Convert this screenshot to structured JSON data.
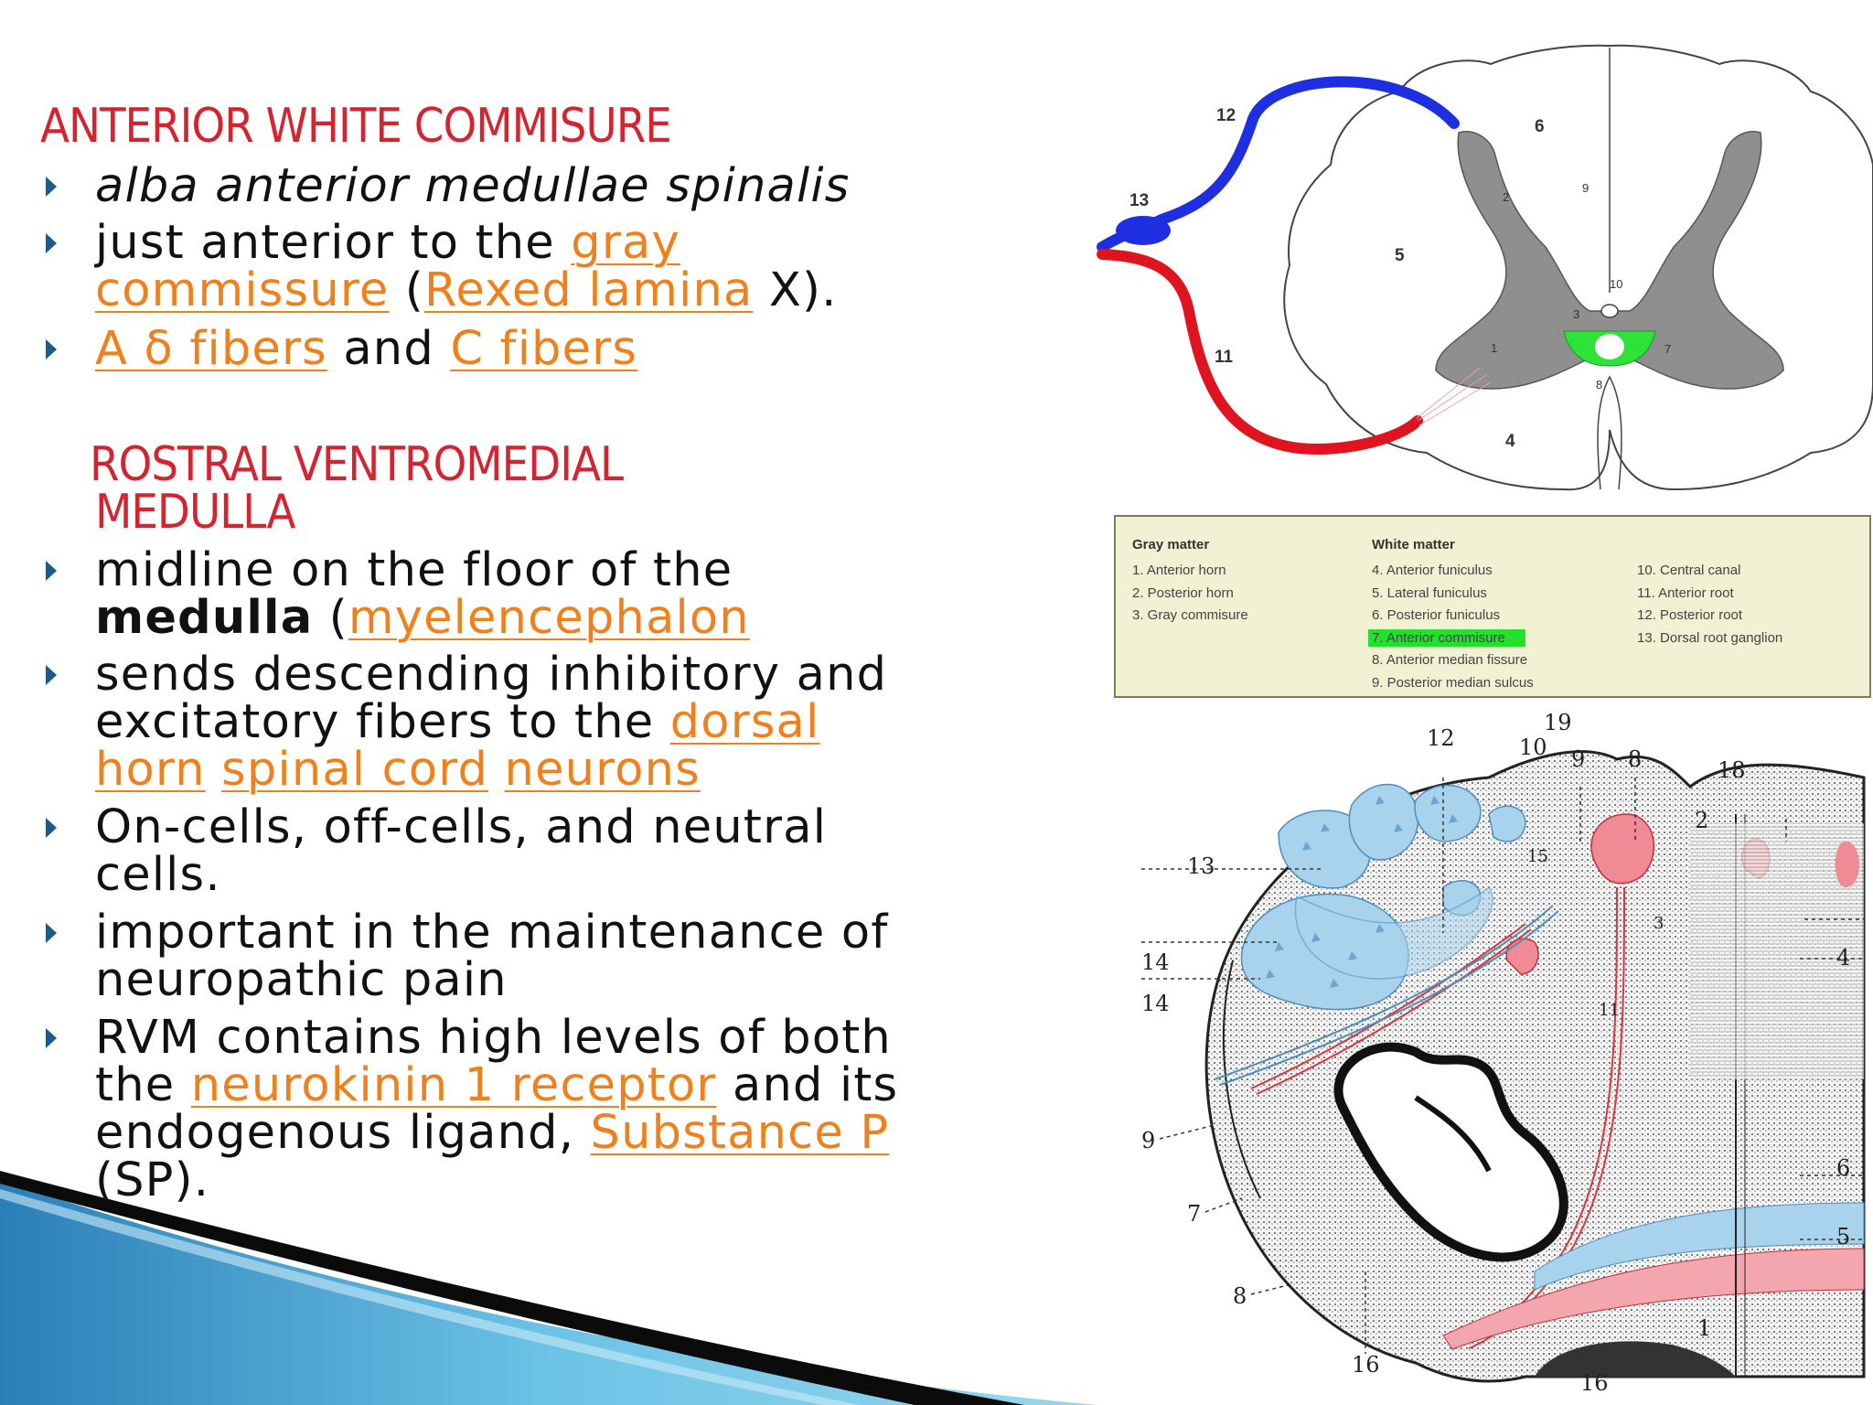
{
  "section1": {
    "heading": "ANTERIOR WHITE COMMISURE",
    "bullets": {
      "b1": "alba anterior medullae spinalis",
      "b2_pre": "just anterior to the ",
      "b2_link1a": "gray",
      "b2_link1b": "commissure",
      "b2_mid": " (",
      "b2_link2": "Rexed lamina",
      "b2_post": " X).",
      "b3_link1": " A δ fibers",
      "b3_mid": " and ",
      "b3_link2": "C fibers"
    }
  },
  "section2": {
    "heading_line1": "ROSTRAL VENTROMEDIAL",
    "heading_line2": "MEDULLA",
    "bullets": {
      "b1_l1": "midline on the floor of the",
      "b1_bold": "medulla",
      "b1_mid": " (",
      "b1_link": "myelencephalon",
      "b2_l1": "sends descending inhibitory and",
      "b2_l2_pre": "excitatory fibers to the ",
      "b2_link1": "dorsal",
      "b2_link2": "horn",
      "b2_link3": "spinal cord",
      "b2_link4": "neurons",
      "b3_l1": "On-cells, off-cells, and neutral",
      "b3_l2": "cells.",
      "b4_l1": " important in the maintenance of",
      "b4_l2": "neuropathic pain",
      "b5_l1": "RVM contains high levels of both",
      "b5_l2_pre": "the ",
      "b5_link1": "neurokinin 1 receptor",
      "b5_l2_post": " and its",
      "b5_l3_pre": "endogenous ligand, ",
      "b5_link2": "Substance P",
      "b5_l4": "(SP)."
    }
  },
  "diagram_top": {
    "labels": [
      "12",
      "13",
      "11",
      "6",
      "9",
      "2",
      "5",
      "10",
      "3",
      "7",
      "1",
      "8",
      "4"
    ]
  },
  "legend": {
    "gray_title": "Gray matter",
    "gray_items": [
      "1. Anterior horn",
      "2. Posterior horn",
      "3. Gray commisure"
    ],
    "white_title": "White matter",
    "white_items": [
      "4. Anterior funiculus",
      "5. Lateral funiculus",
      "6. Posterior funiculus",
      "7. Anterior commisure",
      "8. Anterior median fissure",
      "9. Posterior median sulcus"
    ],
    "other_items": [
      "10. Central canal",
      "11. Anterior root",
      "12. Posterior root",
      "13. Dorsal root ganglion"
    ]
  },
  "diagram_bottom": {
    "labels": [
      "19",
      "12",
      "10",
      "9",
      "8",
      "18",
      "2",
      "13",
      "15",
      "3",
      "4",
      "14",
      "14",
      "11",
      "9",
      "6",
      "7",
      "5",
      "8",
      "16",
      "16",
      "1"
    ]
  },
  "colors": {
    "heading_red": "#d42430",
    "link_orange": "#f0801c",
    "bullet_blue": "#1e5a86",
    "highlight_green": "#22e02c"
  }
}
